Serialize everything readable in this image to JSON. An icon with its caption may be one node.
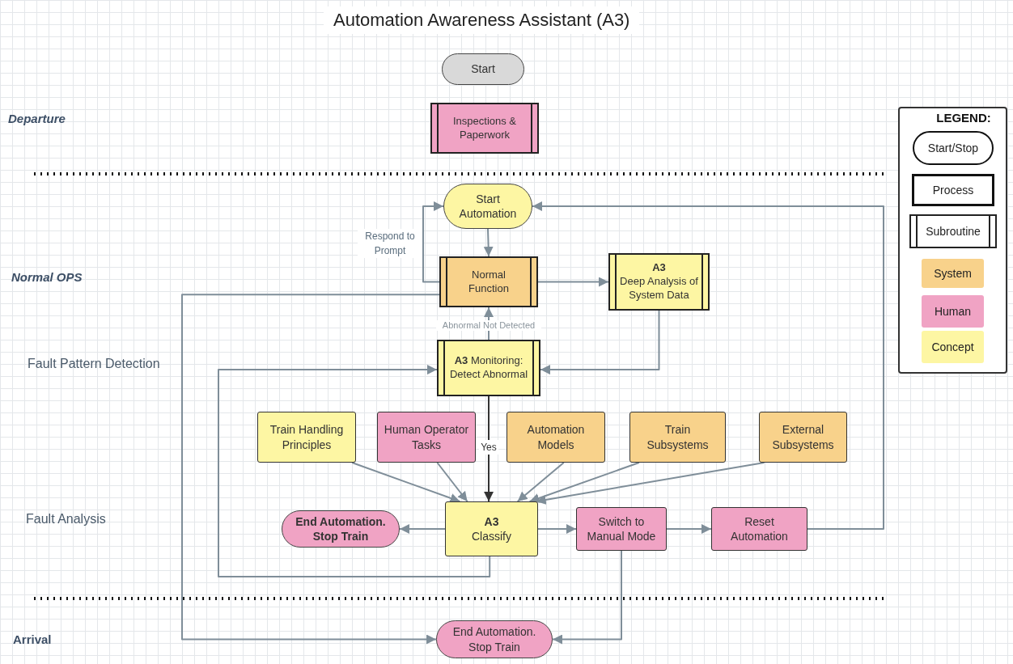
{
  "diagram": {
    "title": "Automation Awareness Assistant (A3)",
    "nodes": [
      {
        "text": [
          "Start"
        ]
      },
      {
        "text": [
          "Inspections & Paperwork"
        ]
      },
      {
        "text": [
          "Start Automation"
        ]
      },
      {
        "text": [
          "Normal Function"
        ]
      },
      {
        "text": [
          "A3",
          "Deep Analysis of System Data"
        ]
      },
      {
        "text": [
          "**A3** Monitoring: Detect Abnormal"
        ]
      },
      {
        "text": [
          "Train Handling Principles"
        ]
      },
      {
        "text": [
          "Human Operator Tasks"
        ]
      },
      {
        "text": [
          "Automation Models"
        ]
      },
      {
        "text": [
          "Train Subsystems"
        ]
      },
      {
        "text": [
          "External Subsystems"
        ]
      },
      {
        "text": [
          "End Automation. Stop Train"
        ]
      },
      {
        "text": [
          "A3",
          "Classify"
        ]
      },
      {
        "text": [
          "Switch to Manual Mode"
        ]
      },
      {
        "text": [
          "Reset Automation"
        ]
      },
      {
        "text": [
          "End Automation. Stop Train"
        ]
      }
    ],
    "edges": [
      {
        "from": 2,
        "to": 3,
        "arrow": "to"
      },
      {
        "from": 3,
        "to": 2,
        "arrow": "to",
        "label": "Respond to Prompt"
      },
      {
        "from": 3,
        "to": 4,
        "arrow": "to"
      },
      {
        "from": 4,
        "to": 5,
        "arrow": "to"
      },
      {
        "from": 5,
        "to": 3,
        "arrow": "to",
        "label": "Abnormal Not Detected"
      },
      {
        "from": 5,
        "to": 12,
        "arrow": "to",
        "label": "Yes",
        "color": "#333333"
      },
      {
        "from": 6,
        "to": 12,
        "arrow": "to"
      },
      {
        "from": 7,
        "to": 12,
        "arrow": "to"
      },
      {
        "from": 8,
        "to": 12,
        "arrow": "to"
      },
      {
        "from": 9,
        "to": 12,
        "arrow": "to"
      },
      {
        "from": 10,
        "to": 12,
        "arrow": "to"
      },
      {
        "from": 12,
        "to": 11,
        "arrow": "to"
      },
      {
        "from": 12,
        "to": 13,
        "arrow": "to"
      },
      {
        "from": 13,
        "to": 14,
        "arrow": "to"
      },
      {
        "from": 14,
        "to": 2,
        "arrow": "to"
      },
      {
        "from": 12,
        "to": 5,
        "arrow": "to"
      },
      {
        "from": 3,
        "to": 15,
        "arrow": "to"
      },
      {
        "from": 13,
        "to": 15,
        "arrow": "to"
      }
    ],
    "labels": [
      "Departure",
      "Normal OPS",
      "Fault Pattern Detection",
      "Fault Analysis",
      "Arrival",
      "LEGEND:"
    ],
    "legend": [
      {
        "text": "Start/Stop"
      },
      {
        "text": "Process"
      },
      {
        "text": "Subroutine"
      },
      {
        "text": "System",
        "color": "#f8d28b"
      },
      {
        "text": "Human",
        "color": "#f0a3c4"
      },
      {
        "text": "Concept",
        "color": "#fdf6a3"
      }
    ]
  }
}
